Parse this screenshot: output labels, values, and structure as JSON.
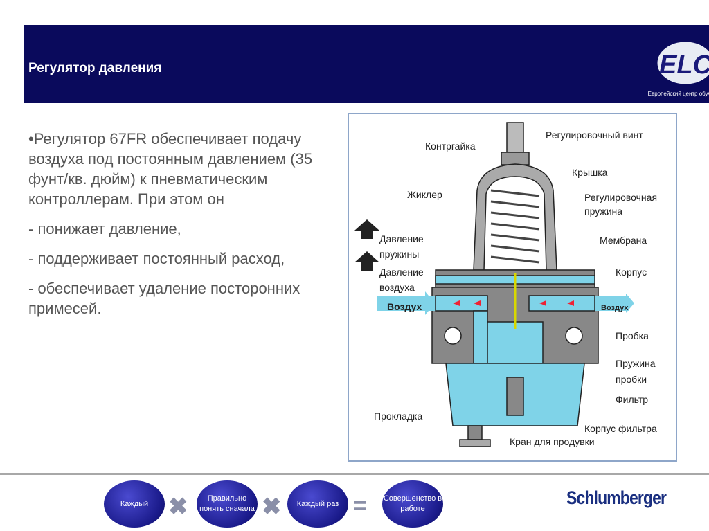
{
  "header": {
    "title": "Регулятор давления",
    "logo_text": "ELC",
    "logo_subtext": "Европейский центр обучения"
  },
  "body": {
    "paragraphs": [
      "•Регулятор 67FR обеспечивает подачу воздуха под постоянным давлением (35 фунт/кв. дюйм) к пневматическим контроллерам. При этом он",
      "- понижает давление,",
      "- поддерживает постоянный расход,",
      "- обеспечивает удаление посторонних примесей."
    ]
  },
  "diagram": {
    "labels": {
      "adjust_screw": "Регулировочный винт",
      "locknut": "Контргайка",
      "cap": "Крышка",
      "jet": "Жиклер",
      "spring1": "Регулировочная",
      "spring2": "пружина",
      "spring_pressure1": "Давление",
      "spring_pressure2": "пружины",
      "membrane": "Мембрана",
      "air_pressure1": "Давление",
      "air_pressure2": "воздуха",
      "body": "Корпус",
      "air_in": "Воздух",
      "air_out": "Воздух",
      "plug": "Пробка",
      "plug_spring1": "Пружина",
      "plug_spring2": "пробки",
      "filter": "Фильтр",
      "gasket": "Прокладка",
      "filter_body": "Корпус фильтра",
      "drain_valve": "Кран для продувки"
    }
  },
  "footer": {
    "steps": [
      "Каждый",
      "Правильно понять сначала",
      "Каждый раз",
      "Совершенство в работе"
    ],
    "ops": [
      "✖",
      "✖",
      "="
    ],
    "brand": "Schlumberger"
  }
}
